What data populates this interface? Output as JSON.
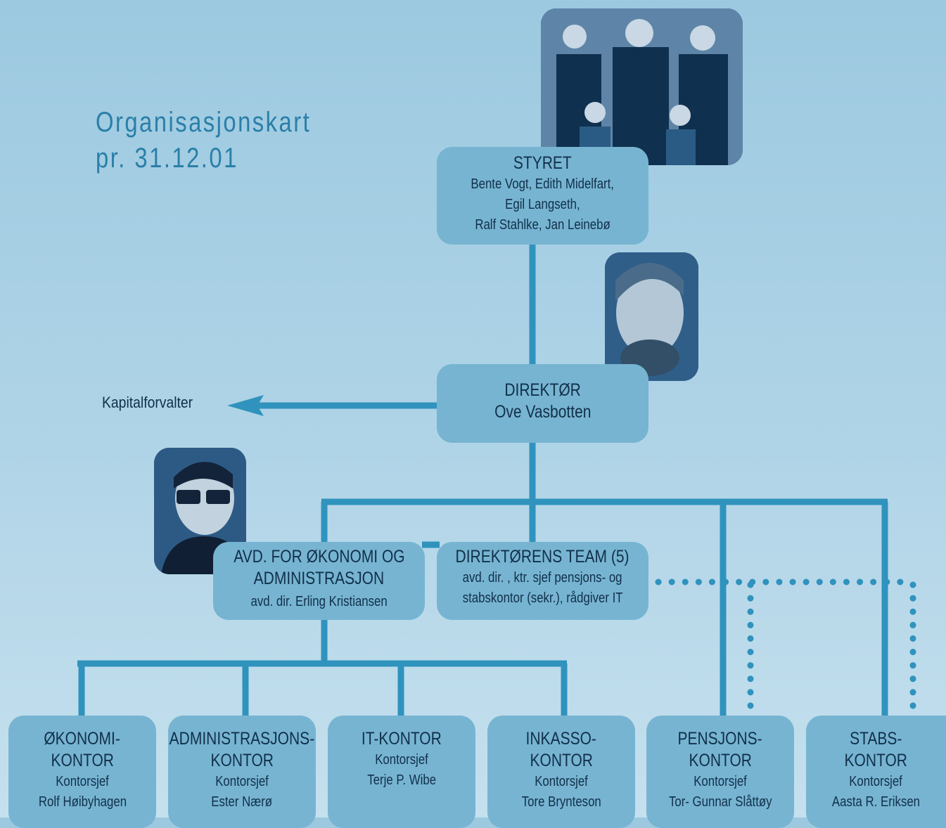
{
  "title": {
    "line1": "Organisasjonskart",
    "line2": "pr. 31.12.01"
  },
  "external": {
    "label": "Kapitalforvalter"
  },
  "board": {
    "name": "STYRET",
    "members_1": "Bente Vogt, Edith Midelfart,",
    "members_2": "Egil Langseth,",
    "members_3": "Ralf Stahlke, Jan Leinebø"
  },
  "director": {
    "title": "DIREKTØR",
    "name": "Ove Vasbotten"
  },
  "dept_admin": {
    "title_1": "AVD. FOR ØKONOMI OG",
    "title_2": "ADMINISTRASJON",
    "head": "avd. dir. Erling Kristiansen"
  },
  "director_team": {
    "title": "DIREKTØRENS TEAM (5)",
    "desc_1": "avd. dir. , ktr. sjef pensjons- og",
    "desc_2": "stabskontor (sekr.), rådgiver IT"
  },
  "offices": [
    {
      "title_1": "ØKONOMI-",
      "title_2": "KONTOR",
      "role": "Kontorsjef",
      "name": "Rolf Høibyhagen"
    },
    {
      "title_1": "ADMINISTRASJONS-",
      "title_2": "KONTOR",
      "role": "Kontorsjef",
      "name": "Ester Nærø"
    },
    {
      "title_1": "IT-KONTOR",
      "title_2": "",
      "role": "Kontorsjef",
      "name": "Terje P. Wibe"
    },
    {
      "title_1": "INKASSO-",
      "title_2": "KONTOR",
      "role": "Kontorsjef",
      "name": "Tore Brynteson"
    },
    {
      "title_1": "PENSJONS-",
      "title_2": "KONTOR",
      "role": "Kontorsjef",
      "name": "Tor- Gunnar Slåttøy"
    },
    {
      "title_1": "STABS-",
      "title_2": "KONTOR",
      "role": "Kontorsjef",
      "name": "Aasta R. Eriksen"
    }
  ],
  "colors": {
    "line": "#2f93bd",
    "box": "#77b4d1",
    "photo": "#1e4f7c",
    "title": "#2a7fa8",
    "text": "#10304a"
  }
}
